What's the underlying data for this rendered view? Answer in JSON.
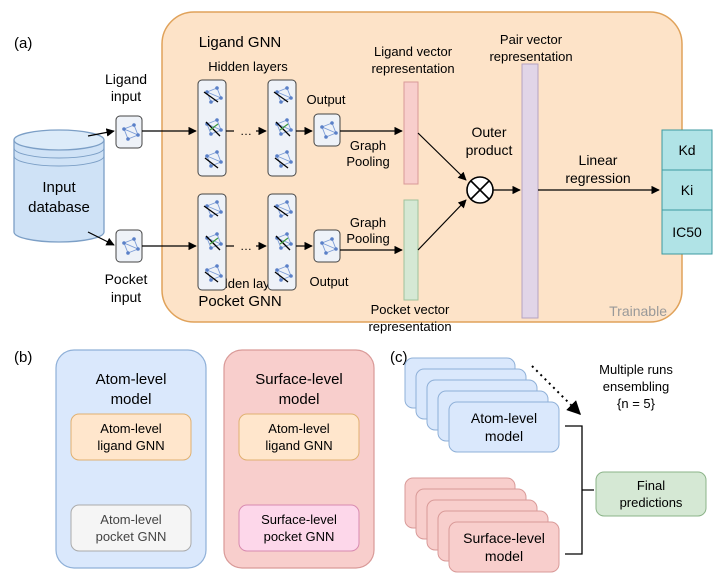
{
  "panel_a": {
    "label": "(a)",
    "ligand_gnn_title": "Ligand GNN",
    "pocket_gnn_title": "Pocket GNN",
    "hidden_layers_top": "Hidden layers",
    "hidden_layers_bottom": "Hidden layers",
    "output_top": "Output",
    "output_bottom": "Output",
    "ligand_input": [
      "Ligand",
      "input"
    ],
    "pocket_input": [
      "Pocket",
      "input"
    ],
    "input_database": [
      "Input",
      "database"
    ],
    "graph_pooling_top": [
      "Graph",
      "Pooling"
    ],
    "graph_pooling_bottom": [
      "Graph",
      "Pooling"
    ],
    "ligand_vector": [
      "Ligand vector",
      "representation"
    ],
    "pocket_vector": [
      "Pocket vector",
      "representation"
    ],
    "pair_vector": [
      "Pair vector",
      "representation"
    ],
    "outer_product": [
      "Outer",
      "product"
    ],
    "linear_regression": [
      "Linear",
      "regression"
    ],
    "trainable": "Trainable",
    "outputs": [
      "Kd",
      "Ki",
      "IC50"
    ],
    "ellipsis": "…"
  },
  "panel_b": {
    "label": "(b)",
    "atom_model_title": [
      "Atom-level",
      "model"
    ],
    "atom_ligand": [
      "Atom-level",
      "ligand GNN"
    ],
    "atom_pocket": [
      "Atom-level",
      "pocket GNN"
    ],
    "surface_model_title": [
      "Surface-level",
      "model"
    ],
    "surface_ligand": [
      "Atom-level",
      "ligand GNN"
    ],
    "surface_pocket": [
      "Surface-level",
      "pocket GNN"
    ]
  },
  "panel_c": {
    "label": "(c)",
    "ensembling": [
      "Multiple runs",
      "ensembling",
      "{n = 5}"
    ],
    "atom_model": [
      "Atom-level",
      "model"
    ],
    "surface_model": [
      "Surface-level",
      "model"
    ],
    "final": [
      "Final",
      "predictions"
    ]
  },
  "colors": {
    "trainable_bg": "#fde3c8",
    "trainable_border": "#e0a25a",
    "database": "#cfe2f6",
    "database_border": "#7c9fc6",
    "ligand_vec": "#f8cecc",
    "pocket_vec": "#d5e8d4",
    "pair_vec": "#e1d5e7",
    "outputs": "#b0e3e6",
    "atom_model": "#dae8fc",
    "surface_model": "#f8cecc",
    "atom_ligand": "#ffe6cc",
    "surface_pocket": "#fdd7ea",
    "atom_pocket": "#f5f5f5",
    "final": "#d5e8d4"
  }
}
